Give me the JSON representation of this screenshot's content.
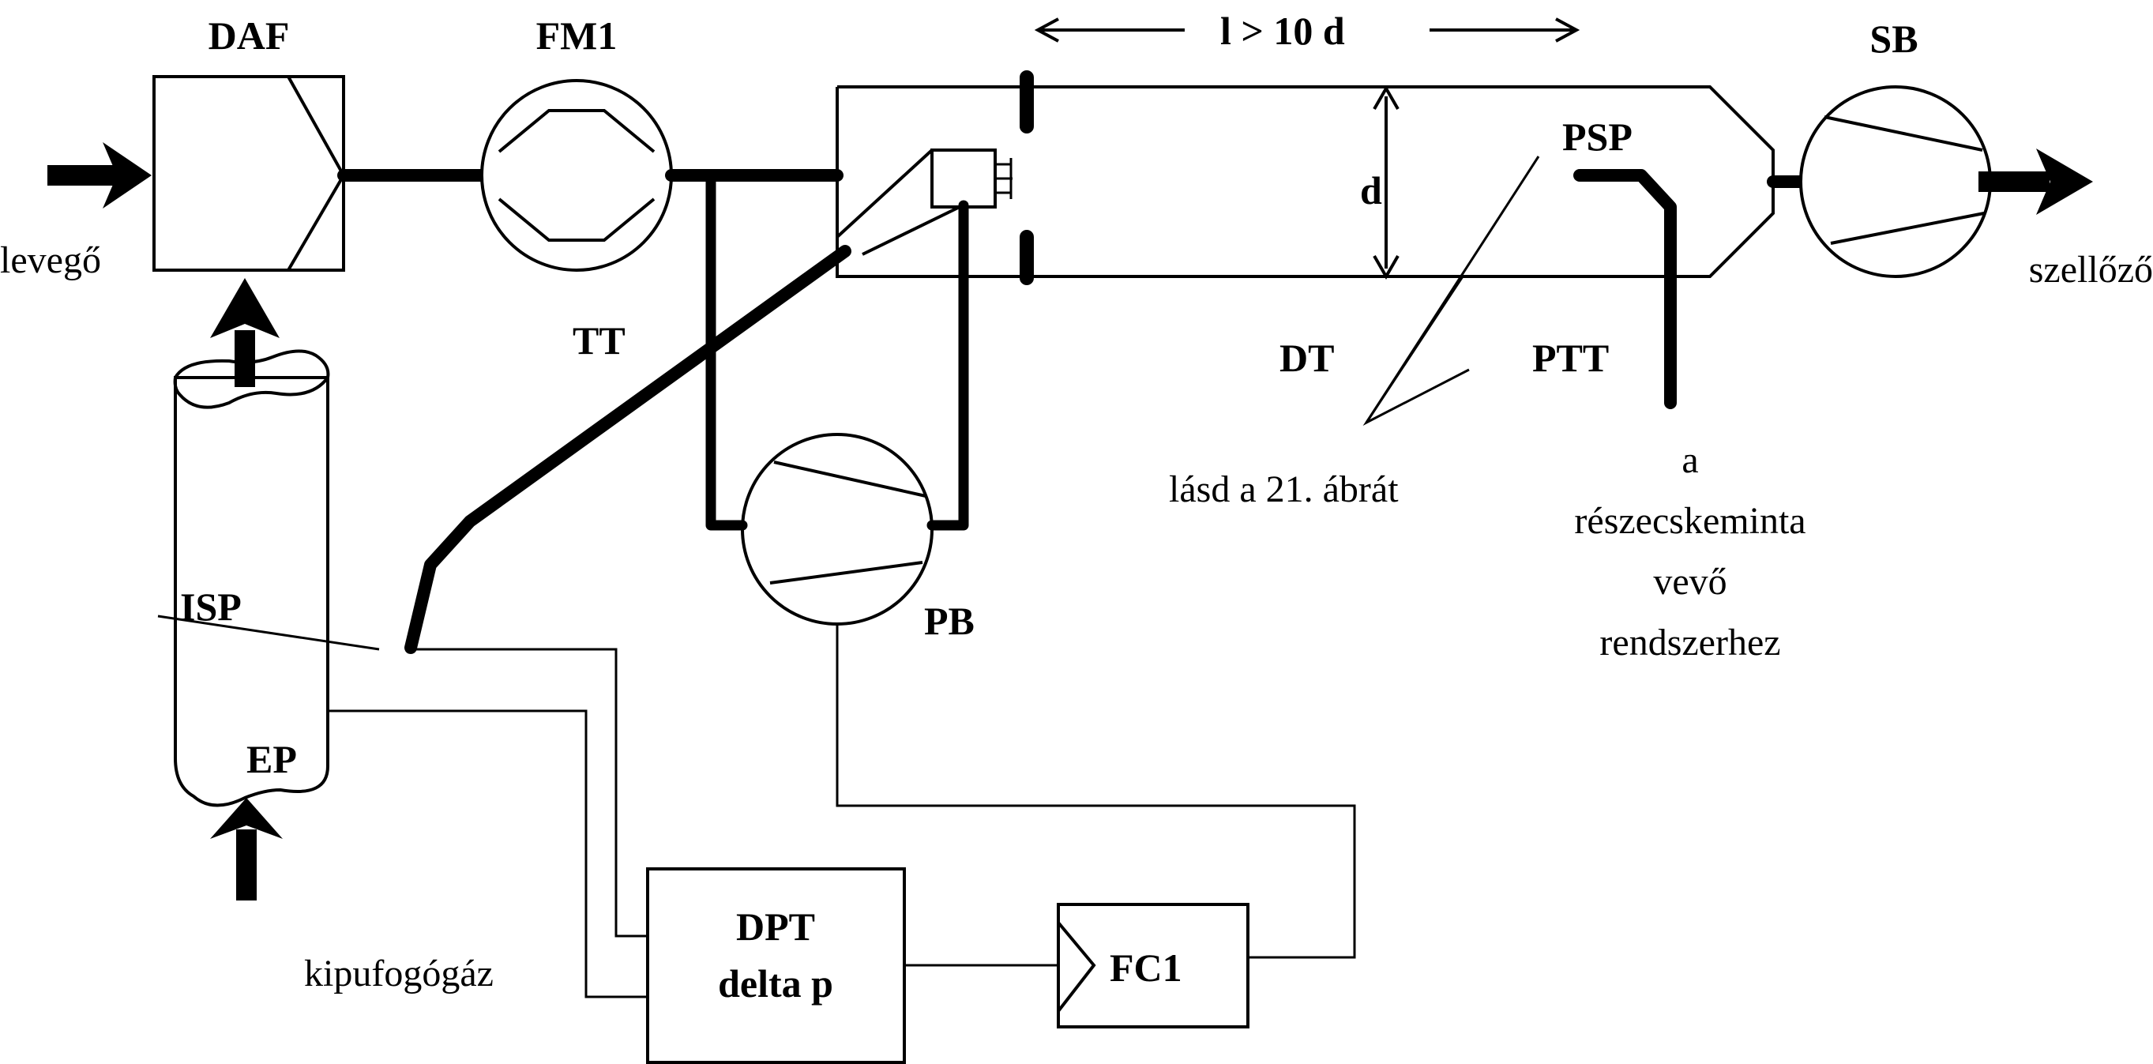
{
  "components": {
    "daf": "DAF",
    "fm1": "FM1",
    "sb": "SB",
    "psp": "PSP",
    "d": "d",
    "length": "l > 10 d",
    "tt": "TT",
    "dt": "DT",
    "ptt": "PTT",
    "isp": "ISP",
    "ep": "EP",
    "pb": "PB",
    "dpt_line1": "DPT",
    "dpt_line2": "delta p",
    "fc1": "FC1"
  },
  "labels": {
    "inlet_air": "levegő",
    "vent": "szellőző",
    "see_figure": "lásd a 21. ábrát",
    "exhaust_gas": "kipufogógáz",
    "particle_line1": "a",
    "particle_line2": "részecskeminta",
    "particle_line3": "vevő",
    "particle_line4": "rendszerhez"
  },
  "colors": {
    "ink": "#000000",
    "paper": "#ffffff"
  }
}
